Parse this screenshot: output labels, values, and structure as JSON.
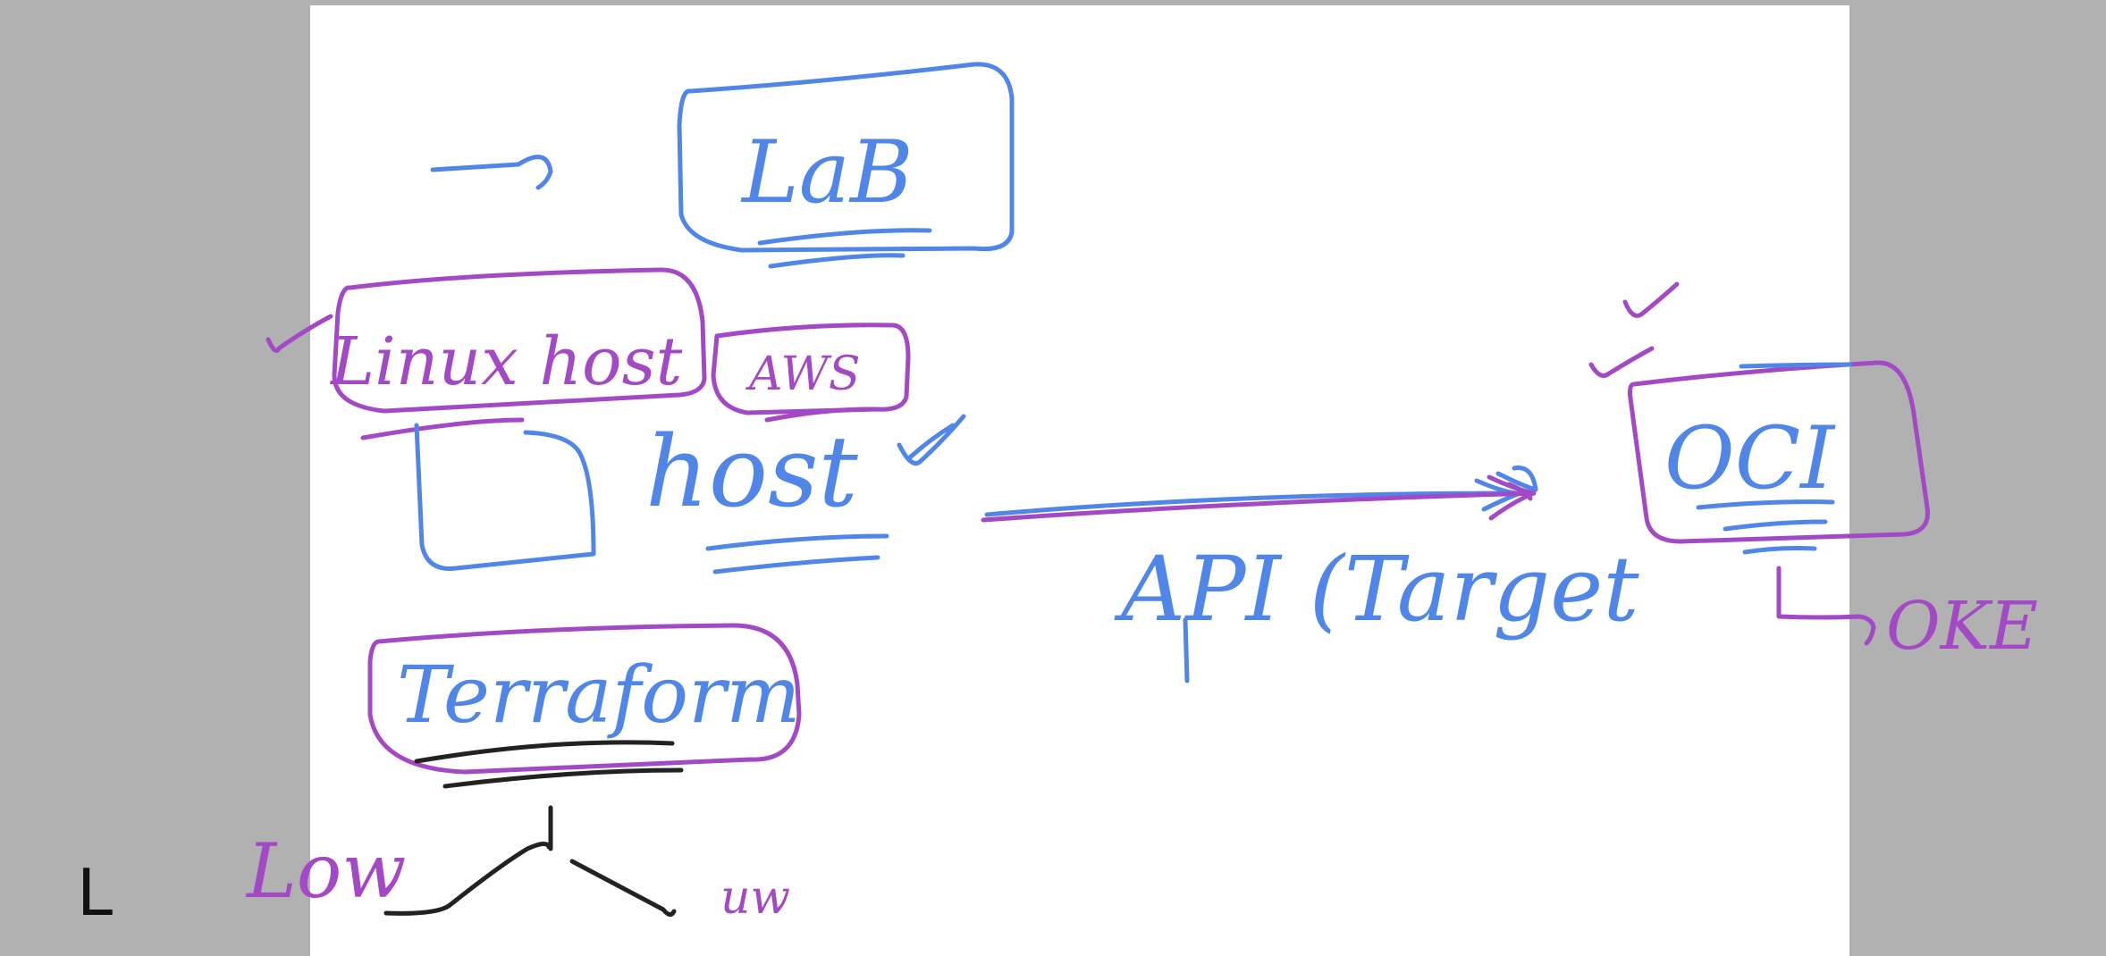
{
  "whiteboard": {
    "labels": {
      "lab": "LaB",
      "linux_host": "Linux host",
      "aws": "AWS",
      "host": "host",
      "terraform": "Terraform",
      "api_target": "API (Target",
      "oci": "OCI",
      "oke": "OKE",
      "low": "Low",
      "up": "uw",
      "corner_mark": "L"
    },
    "colors": {
      "blue_ink": "#4f86e8",
      "purple_ink": "#a449c6",
      "black_ink": "#222222",
      "canvas": "#ffffff",
      "backdrop": "#b1b1b1"
    }
  }
}
